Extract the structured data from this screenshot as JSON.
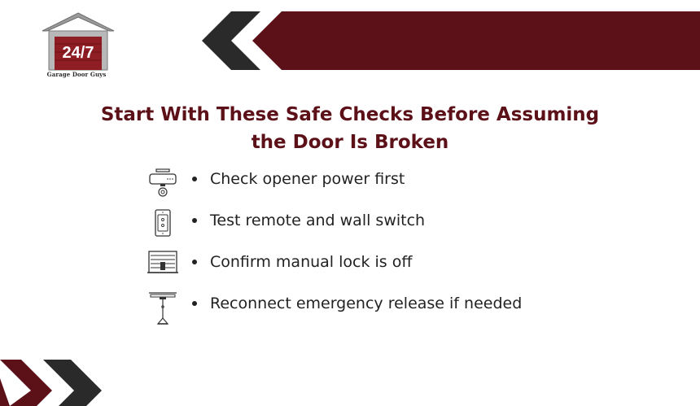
{
  "brand": {
    "logo_number": "24/7",
    "logo_caption": "Garage Door Guys"
  },
  "heading": {
    "line1": "Start With These Safe Checks Before Assuming",
    "line2": "the Door Is Broken"
  },
  "checklist": [
    {
      "icon": "opener-icon",
      "label": "Check opener power first"
    },
    {
      "icon": "wall-switch-icon",
      "label": "Test remote and wall switch"
    },
    {
      "icon": "manual-lock-icon",
      "label": "Confirm manual lock is off"
    },
    {
      "icon": "emergency-release-icon",
      "label": "Reconnect emergency release if needed"
    }
  ],
  "colors": {
    "brand_maroon": "#5c1018",
    "banner_dark": "#2a2a2a",
    "text": "#222222",
    "background": "#ffffff"
  }
}
